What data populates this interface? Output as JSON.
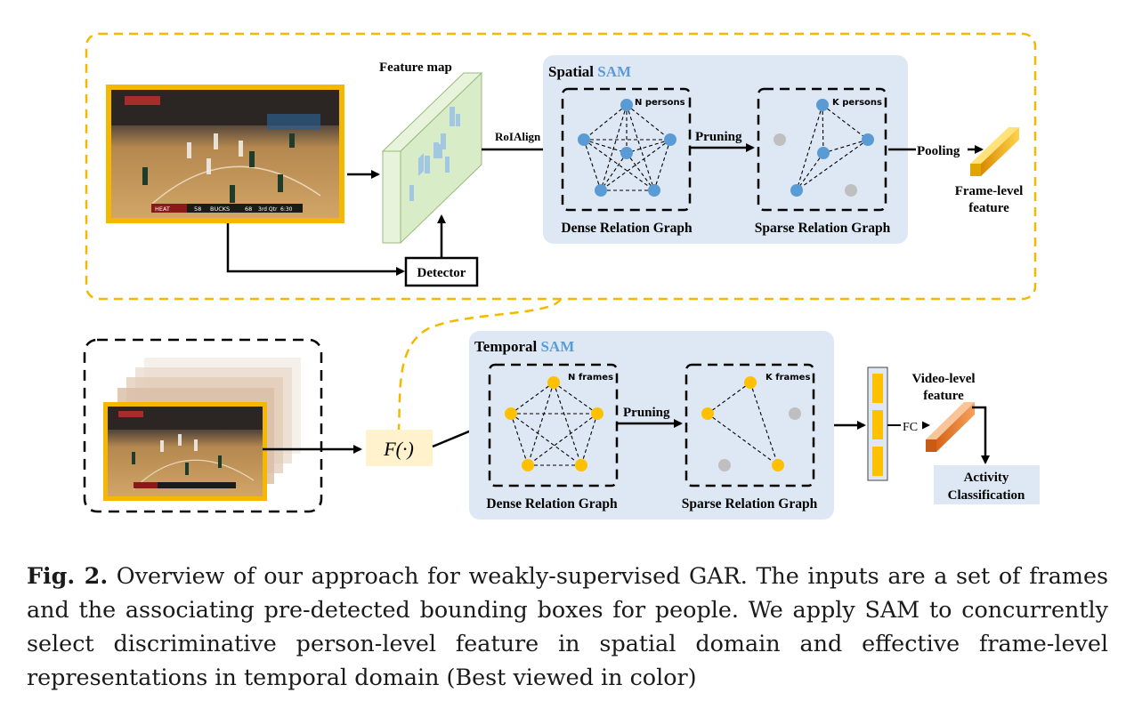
{
  "spatial": {
    "title_word": "Spatial",
    "title_sam": "SAM",
    "feature_map_label": "Feature map",
    "roialign_label": "RoIAlign",
    "detector_label": "Detector",
    "dense_graph_tag": "N persons",
    "sparse_graph_tag": "K persons",
    "pruning_label": "Pruning",
    "dense_graph_label": "Dense Relation Graph",
    "sparse_graph_label": "Sparse Relation Graph",
    "pooling_label": "Pooling",
    "frame_feature_line1": "Frame-level",
    "frame_feature_line2": "feature"
  },
  "temporal": {
    "title_word": "Temporal",
    "title_sam": "SAM",
    "f_label": "F(·)",
    "dense_graph_tag": "N frames",
    "sparse_graph_tag": "K frames",
    "pruning_label": "Pruning",
    "dense_graph_label": "Dense Relation Graph",
    "sparse_graph_label": "Sparse Relation Graph",
    "fc_label": "FC",
    "video_feature_line1": "Video-level",
    "video_feature_line2": "feature",
    "activity_line1": "Activity",
    "activity_line2": "Classification"
  },
  "scoreboard": {
    "team1": "HEAT",
    "score1": "58",
    "team2": "BUCKS",
    "score2": "68",
    "quarter": "3rd Qtr",
    "clock": "6:30"
  },
  "caption": {
    "fig_label": "Fig. 2.",
    "text": " Overview of our approach for weakly-supervised GAR. The inputs are a set of frames and the associating pre-detected bounding boxes for people. We apply SAM to concurrently select discriminative person-level feature in spatial domain and effective frame-level representations in temporal domain (Best viewed in color)"
  },
  "colors": {
    "accent_orange": "#f5b800",
    "node_blue": "#5b9bd5",
    "node_yellow": "#ffc000",
    "node_gray": "#bfbfbf",
    "panel_blue": "#dde8f4",
    "court_wood": "#c89a5e"
  }
}
